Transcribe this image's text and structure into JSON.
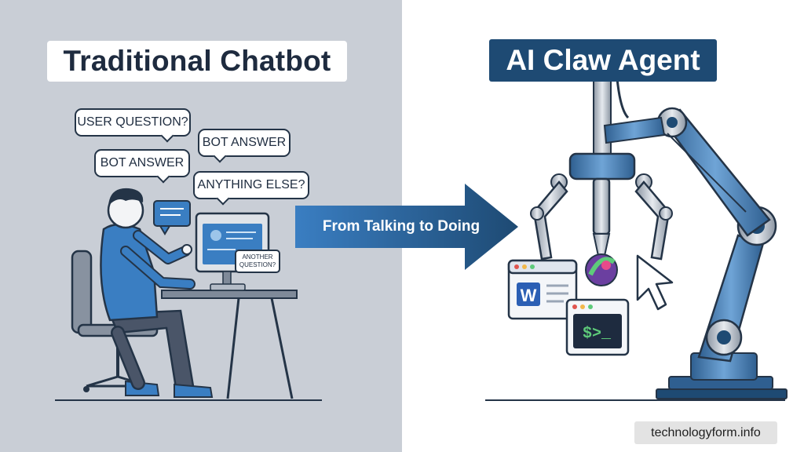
{
  "left": {
    "title": "Traditional Chatbot",
    "bubbles": [
      "USER QUESTION?",
      "BOT ANSWER",
      "BOT ANSWER",
      "ANYTHING ELSE?"
    ],
    "mini_bubble": [
      "ANOTHER",
      "QUESTION?"
    ]
  },
  "middle": {
    "arrow_label": "From Talking to Doing"
  },
  "right": {
    "title": "AI Claw Agent",
    "doc_icon_letter": "W",
    "terminal_prompt": "$>_"
  },
  "credit": "technologyform.info",
  "colors": {
    "left_bg": "#c9ced6",
    "navy": "#1e4a73",
    "accent_blue": "#3a7ec2",
    "outline": "#243447"
  }
}
